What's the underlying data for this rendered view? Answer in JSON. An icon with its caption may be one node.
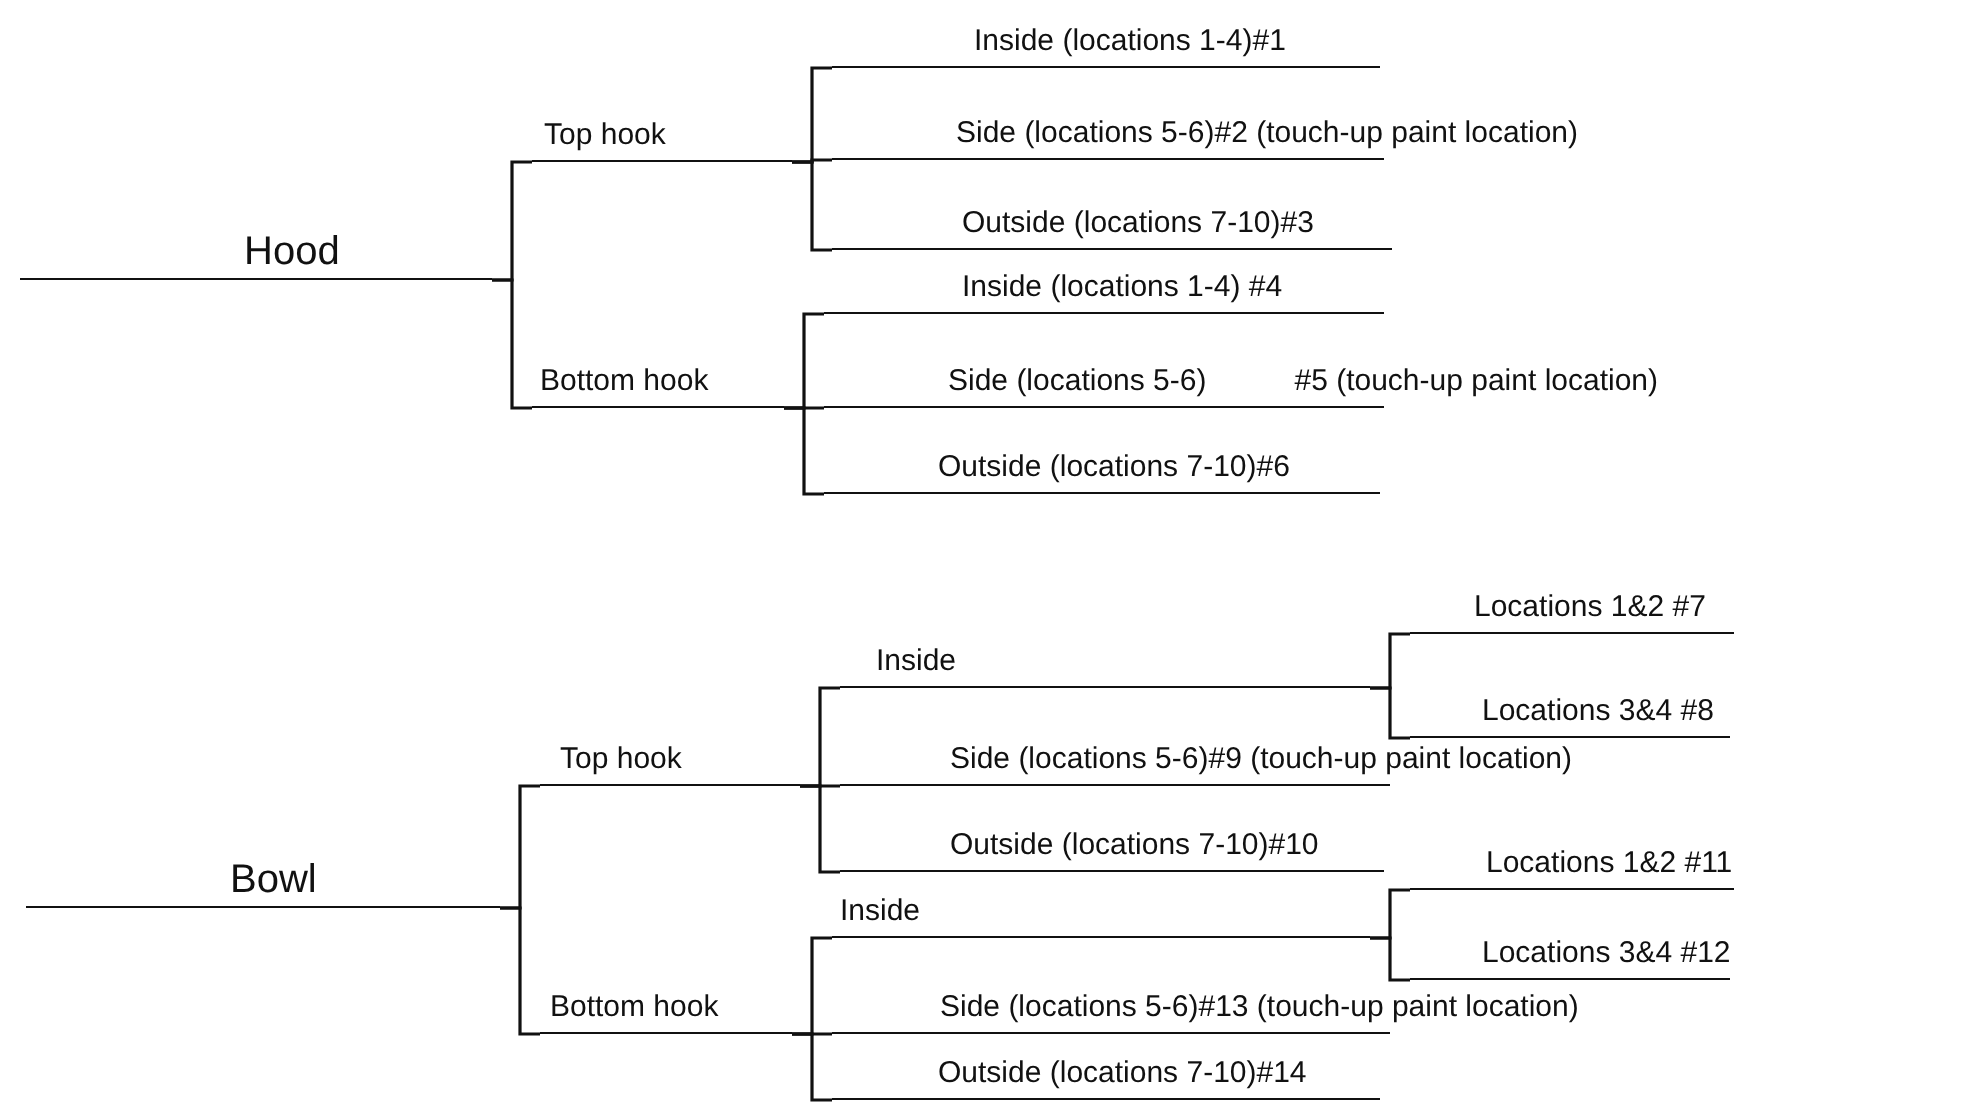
{
  "diagram": {
    "nodes": [
      {
        "text": [
          "Hood"
        ]
      },
      {
        "text": [
          "Top hook"
        ]
      },
      {
        "text": [
          "Inside (locations 1-4)#1"
        ]
      },
      {
        "text": [
          "Side (locations 5-6)#2 (touch-up paint location)"
        ]
      },
      {
        "text": [
          "Outside (locations 7-10)#3"
        ]
      },
      {
        "text": [
          "Bottom hook"
        ]
      },
      {
        "text": [
          "Inside (locations 1-4) #4"
        ]
      },
      {
        "text": [
          "Side (locations 5-6)"
        ],
        "beside": [
          "#5 (touch-up paint location)"
        ]
      },
      {
        "text": [
          "Outside (locations 7-10)#6"
        ]
      },
      {
        "text": [
          "Bowl"
        ]
      },
      {
        "text": [
          "Top hook"
        ]
      },
      {
        "text": [
          "Inside"
        ]
      },
      {
        "text": [
          "Locations 1&2 #7"
        ]
      },
      {
        "text": [
          "Locations 3&4 #8"
        ]
      },
      {
        "text": [
          "Side (locations 5-6)#9 (touch-up paint location)"
        ]
      },
      {
        "text": [
          "Outside (locations 7-10)#10"
        ]
      },
      {
        "text": [
          "Bottom hook"
        ]
      },
      {
        "text": [
          "Inside"
        ]
      },
      {
        "text": [
          "Locations 1&2 #11"
        ]
      },
      {
        "text": [
          "Locations 3&4 #12"
        ]
      },
      {
        "text": [
          "Side (locations 5-6)#13 (touch-up paint location)"
        ]
      },
      {
        "text": [
          "Outside (locations 7-10)#14"
        ]
      }
    ],
    "edges": [
      {
        "from": 0,
        "to": 1,
        "arrow": "none"
      },
      {
        "from": 0,
        "to": 5,
        "arrow": "none"
      },
      {
        "from": 1,
        "to": 2,
        "arrow": "none"
      },
      {
        "from": 1,
        "to": 3,
        "arrow": "none"
      },
      {
        "from": 1,
        "to": 4,
        "arrow": "none"
      },
      {
        "from": 5,
        "to": 6,
        "arrow": "none"
      },
      {
        "from": 5,
        "to": 7,
        "arrow": "none"
      },
      {
        "from": 5,
        "to": 8,
        "arrow": "none"
      },
      {
        "from": 9,
        "to": 10,
        "arrow": "none"
      },
      {
        "from": 9,
        "to": 16,
        "arrow": "none"
      },
      {
        "from": 10,
        "to": 11,
        "arrow": "none"
      },
      {
        "from": 10,
        "to": 14,
        "arrow": "none"
      },
      {
        "from": 10,
        "to": 15,
        "arrow": "none"
      },
      {
        "from": 11,
        "to": 12,
        "arrow": "none"
      },
      {
        "from": 11,
        "to": 13,
        "arrow": "none"
      },
      {
        "from": 16,
        "to": 17,
        "arrow": "none"
      },
      {
        "from": 16,
        "to": 20,
        "arrow": "none"
      },
      {
        "from": 16,
        "to": 21,
        "arrow": "none"
      },
      {
        "from": 17,
        "to": 18,
        "arrow": "none"
      },
      {
        "from": 17,
        "to": 19,
        "arrow": "none"
      }
    ]
  }
}
